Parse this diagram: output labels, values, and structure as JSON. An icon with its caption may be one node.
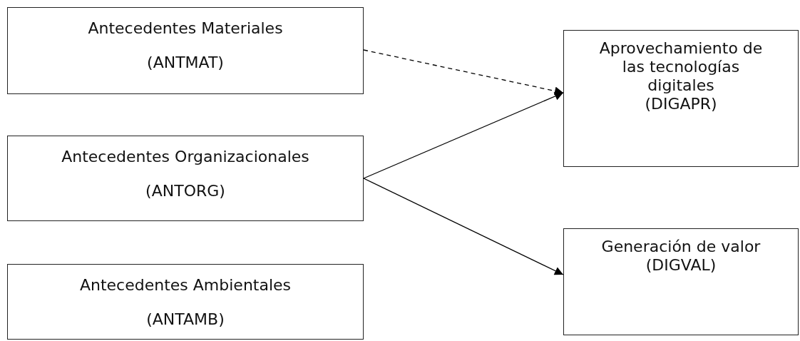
{
  "diagram": {
    "nodes": [
      {
        "text": [
          "Antecedentes Materiales",
          "(ANTMAT)"
        ]
      },
      {
        "text": [
          "Antecedentes Organizacionales",
          "(ANTORG)"
        ]
      },
      {
        "text": [
          "Antecedentes Ambientales",
          "(ANTAMB)"
        ]
      },
      {
        "text": [
          "Aprovechamiento de las tecnologías digitales",
          "(DIGAPR)"
        ]
      },
      {
        "text": [
          "Generación de valor",
          "(DIGVAL)"
        ]
      }
    ],
    "edges": [
      {
        "from": 0,
        "to": 3,
        "arrow": "to",
        "style": "dashed"
      },
      {
        "from": 1,
        "to": 3,
        "arrow": "to"
      },
      {
        "from": 1,
        "to": 4,
        "arrow": "to"
      }
    ]
  }
}
